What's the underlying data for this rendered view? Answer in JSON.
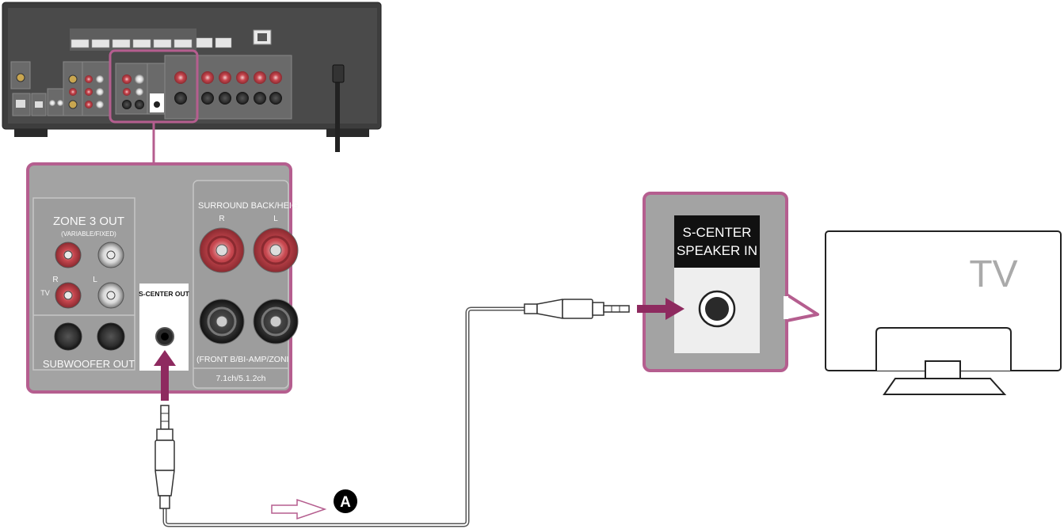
{
  "receiver_panel": {
    "zone3_title": "ZONE 3 OUT",
    "zone3_subtitle": "(VARIABLE/FIXED)",
    "zone3_right": "R",
    "zone3_left": "L",
    "tv_label": "TV",
    "subwoofer_label": "SUBWOOFER OUT",
    "scenter_out_label": "S-CENTER OUT",
    "surround_title": "SURROUND BACK/HEIG",
    "surround_right": "R",
    "surround_left": "L",
    "front_b_label": "(FRONT B/BI-AMP/ZONI",
    "channel_label": "7.1ch/5.1.2ch"
  },
  "tv_input": {
    "label_line1": "S-CENTER",
    "label_line2": "SPEAKER IN"
  },
  "tv": {
    "label": "TV"
  },
  "cable": {
    "marker": "A"
  },
  "colors": {
    "highlight": "#b55e8f",
    "arrow": "#8e2a5f",
    "receiver_body": "#3a3a3a",
    "panel_bg": "#9a9a9a",
    "cable": "#555555"
  }
}
